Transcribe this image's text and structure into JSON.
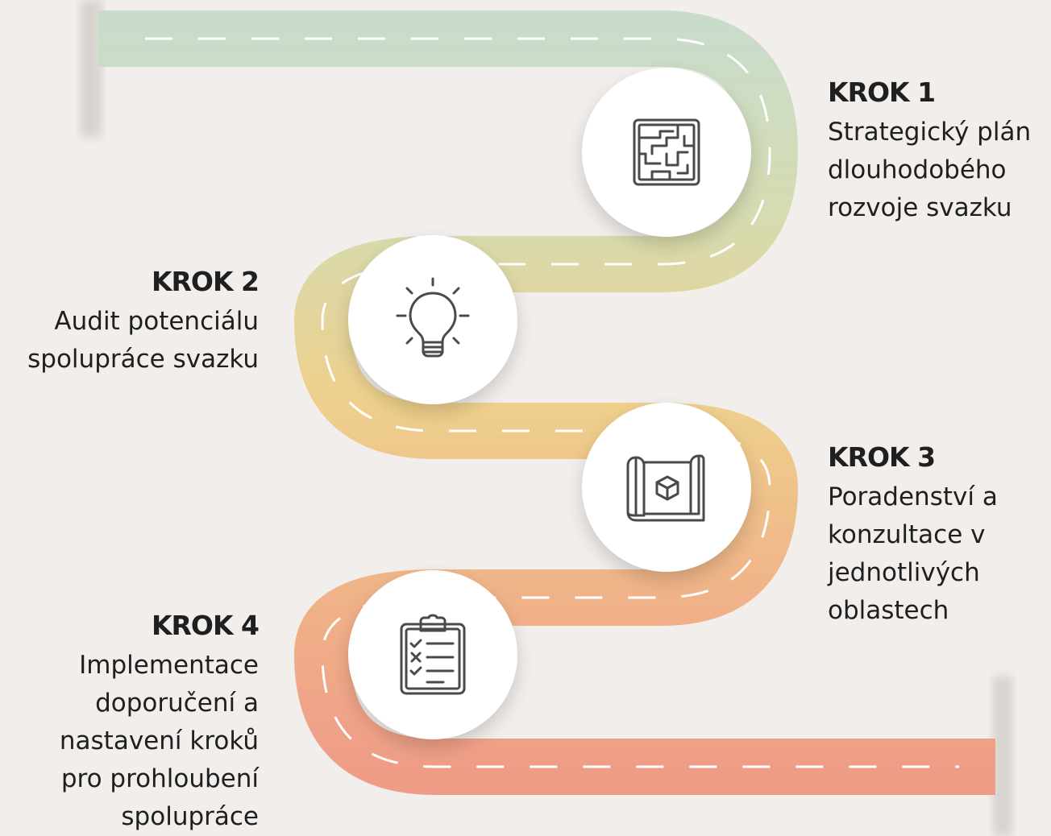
{
  "road": {
    "colors": [
      "#c9dccb",
      "#d6dbb0",
      "#eed08c",
      "#f0b489",
      "#ef9c87"
    ],
    "shoulder_shade": "#d9d5d0",
    "dash_color": "#ffffff"
  },
  "steps": [
    {
      "label": "KROK 1",
      "text": "Strategický plán\ndlouhodobého\nrozvoje svazku",
      "icon": "maze-icon"
    },
    {
      "label": "KROK 2",
      "text": "Audit potenciálu\nspolupráce svazku",
      "icon": "lightbulb-icon"
    },
    {
      "label": "KROK 3",
      "text": "Poradenství a\nkonzultace v\njednotlivých\noblastech",
      "icon": "blueprint-icon"
    },
    {
      "label": "KROK 4",
      "text": "Implementace\ndoporučení a\nnastavení kroků\npro prohloubení\nspolupráce",
      "icon": "checklist-icon"
    }
  ]
}
